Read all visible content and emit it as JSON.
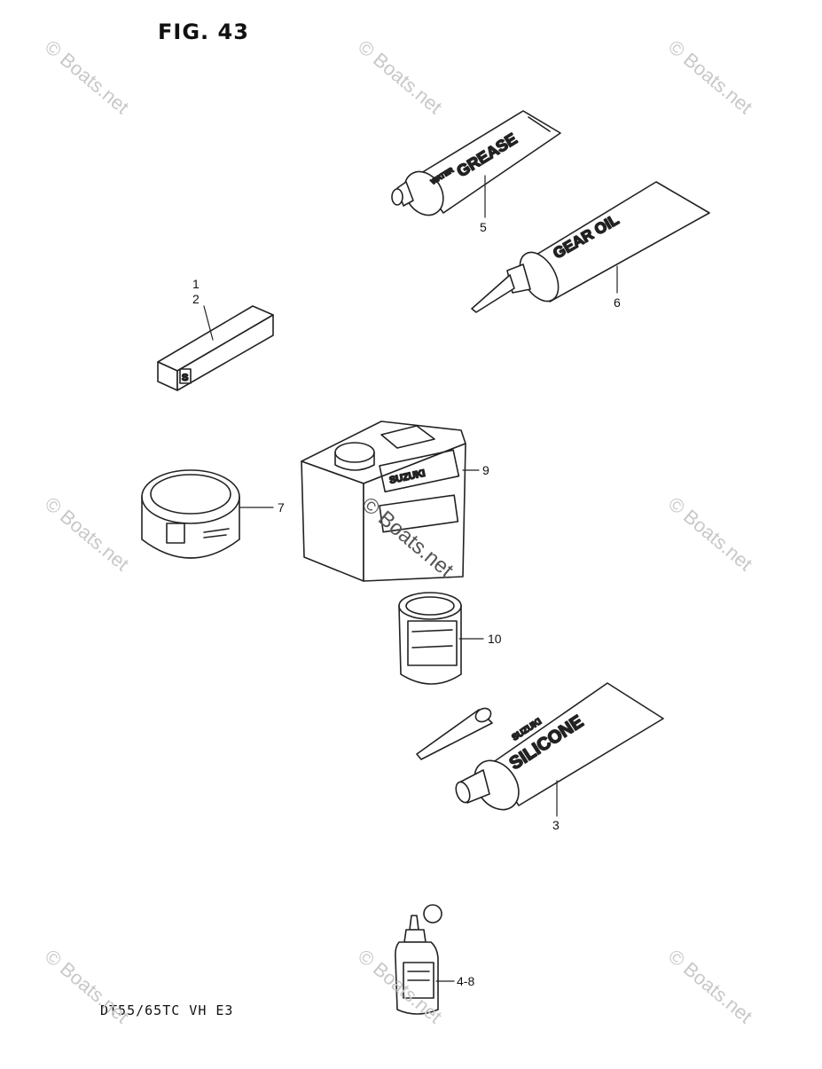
{
  "figure": {
    "title": "FIG. 43",
    "model_code": "DT55/65TC  VH  E3"
  },
  "callouts": [
    {
      "id": "c1",
      "text": "1"
    },
    {
      "id": "c2",
      "text": "2"
    },
    {
      "id": "c3",
      "text": "3"
    },
    {
      "id": "c48",
      "text": "4-8"
    },
    {
      "id": "c5",
      "text": "5"
    },
    {
      "id": "c6",
      "text": "6"
    },
    {
      "id": "c7",
      "text": "7"
    },
    {
      "id": "c9",
      "text": "9"
    },
    {
      "id": "c10",
      "text": "10"
    }
  ],
  "product_labels": {
    "grease": "GREASE",
    "grease_small": "WATER",
    "gear_oil": "GEAR OIL",
    "silicone": "SILICONE",
    "silicone_brand": "SUZUKI",
    "bond_letter": "S",
    "can_brand": "SUZUKI"
  },
  "watermark": {
    "text": "© Boats.net"
  }
}
